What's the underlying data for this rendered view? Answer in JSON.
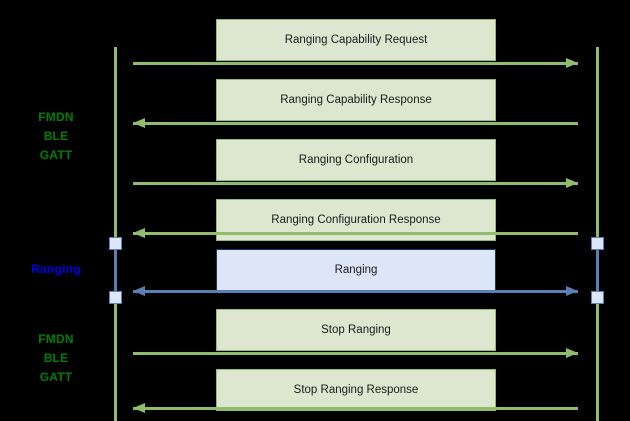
{
  "diagram": {
    "title": "Ranging sequence diagram",
    "background_color": "#000000",
    "colors": {
      "lifeline_green": "#8fbc6d",
      "box_green_fill": "#dde7d0",
      "box_green_border": "#8fbc6d",
      "box_blue_fill": "#dce6f7",
      "box_blue_border": "#16365c",
      "arrow_blue": "#5b7fb4",
      "label_green": "#008000",
      "label_blue": "#0000ee"
    },
    "side_labels": [
      {
        "id": "fmdn-top",
        "lines": [
          "FMDN",
          "BLE",
          "GATT"
        ],
        "color": "green"
      },
      {
        "id": "ranging",
        "lines": [
          "Ranging"
        ],
        "color": "blue"
      },
      {
        "id": "fmdn-bottom",
        "lines": [
          "FMDN",
          "BLE",
          "GATT"
        ],
        "color": "green"
      }
    ],
    "messages": [
      {
        "label": "Ranging Capability Request",
        "direction": "right",
        "style": "green"
      },
      {
        "label": "Ranging Capability Response",
        "direction": "left",
        "style": "green"
      },
      {
        "label": "Ranging Configuration",
        "direction": "right",
        "style": "green"
      },
      {
        "label": "Ranging Configuration Response",
        "direction": "left",
        "style": "green"
      },
      {
        "label": "Ranging",
        "direction": "both",
        "style": "blue"
      },
      {
        "label": "Stop Ranging",
        "direction": "right",
        "style": "green"
      },
      {
        "label": "Stop Ranging Response",
        "direction": "left",
        "style": "green"
      }
    ]
  }
}
